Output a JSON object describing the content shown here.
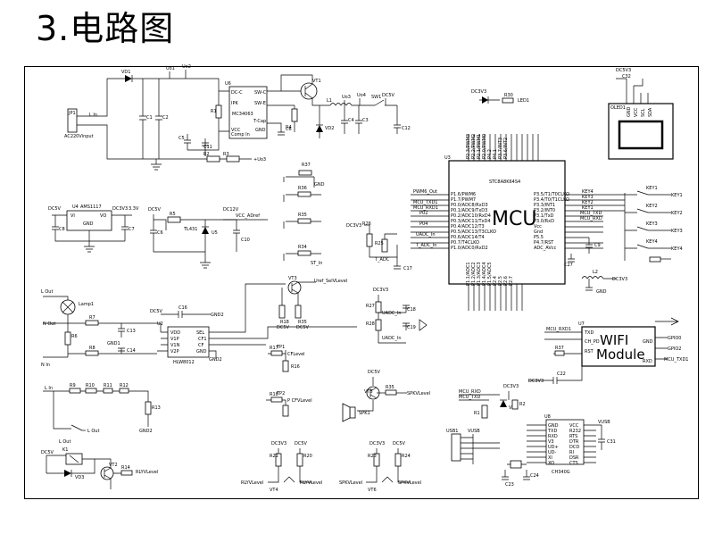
{
  "heading": {
    "number": "3.",
    "title": "电路图"
  },
  "labels": {
    "mcu_title": "MCU",
    "mcu_part": "STC8A8K64S4",
    "mcu_u": "U3",
    "wifi": "WIFI",
    "module": "Module",
    "mc34063": "MC34063",
    "ams1117": "AMS1117",
    "tl431": "TL431",
    "hlw8012": "HLW8012",
    "ch340g": "CH340G",
    "oled": "OLED1",
    "ac_input": "AC220Vinput",
    "lamp": "Lamp1",
    "l_in": "L In",
    "l_out": "L Out",
    "n_out": "N Out",
    "n_in": "N In",
    "dc5v": "DC5V",
    "dc3v3": "DC3V3",
    "dc12v": "DC12V",
    "vcc_adref": "VCC_ADref",
    "t_adc": "T_ADC",
    "buzzer": "SPK1",
    "usb": "USB1",
    "gnd": "GND",
    "u1": "U1",
    "u2": "U2",
    "u4": "U4",
    "u5": "U5",
    "u6": "U6",
    "u7": "U7",
    "u8": "U8",
    "k1": "K1",
    "gnd1": "GND1",
    "gnd2": "GND2",
    "vt1": "VT1",
    "vt2": "VT2",
    "vt3": "VT3",
    "vt4": "VT4",
    "vt5": "VT5",
    "vt6": "VT6",
    "vd1": "VD1",
    "vd2": "VD2",
    "vd3": "VD3",
    "vd4": "VD4",
    "led1": "LED1",
    "sw1": "SW1",
    "l1": "L1",
    "l2": "L2",
    "tp1": "TP1",
    "tp2": "TP2",
    "key1": "KEY1",
    "key2": "KEY2",
    "key3": "KEY3",
    "key4": "KEY4",
    "usb_5v": "VUSB",
    "v33": "3.3V",
    "mcu_rxd": "MCU_RXD",
    "mcu_txd": "MCU_TXD",
    "gpio0": "GPIO0",
    "gpio2": "GPIO2",
    "cf_level": "CFLevel",
    "uref_level": "Uref_SelVLevel",
    "rly_level": "RLYVLevel",
    "spk_level": "SPKVLevel"
  }
}
